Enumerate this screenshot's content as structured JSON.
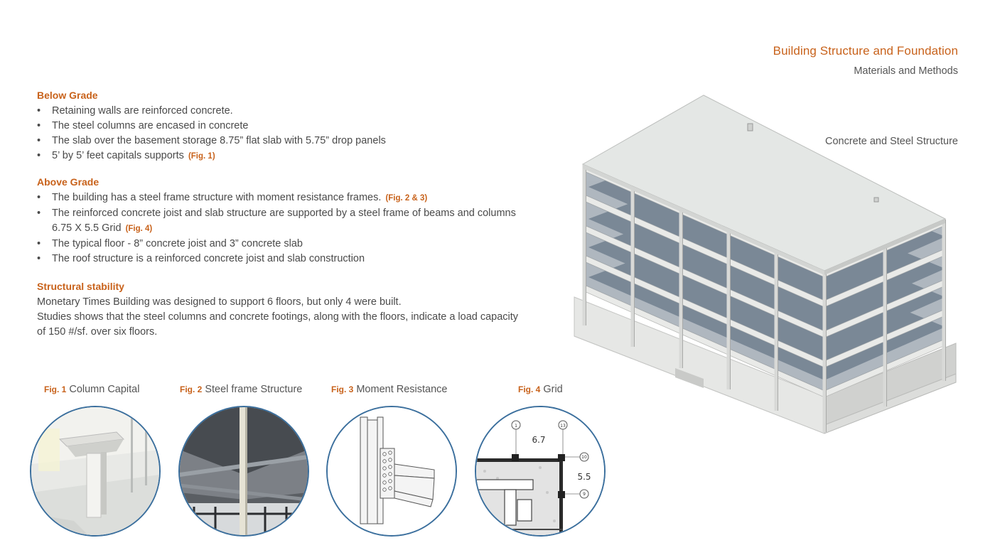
{
  "header": {
    "title": "Building Structure and Foundation",
    "subtitle": "Materials and Methods",
    "main_figure_caption": "Concrete and Steel Structure"
  },
  "sections": {
    "below_grade": {
      "heading": "Below Grade",
      "items": [
        {
          "text": "Retaining walls are reinforced concrete.",
          "ref": ""
        },
        {
          "text": "The steel columns are encased in concrete",
          "ref": ""
        },
        {
          "text": "The slab over the basement storage 8.75” flat slab with 5.75” drop panels",
          "ref": ""
        },
        {
          "text": "5’ by 5’ feet capitals supports",
          "ref": "(Fig. 1)"
        }
      ]
    },
    "above_grade": {
      "heading": "Above Grade",
      "items": [
        {
          "text": "The building has a steel frame structure with moment resistance frames.",
          "ref": "(Fig. 2 & 3)"
        },
        {
          "text": "The reinforced concrete joist and slab structure are supported by a steel frame of beams and columns 6.75 X 5.5 Grid",
          "ref": "(Fig. 4)"
        },
        {
          "text": "The typical floor - 8” concrete joist and 3” concrete slab",
          "ref": ""
        },
        {
          "text": "The roof structure is a reinforced concrete joist and slab construction",
          "ref": ""
        }
      ]
    },
    "stability": {
      "heading": "Structural  stability",
      "line1": "Monetary Times Building was designed to support 6 floors, but only 4 were built.",
      "line2": "Studies shows that the steel columns and concrete footings, along with the floors, indicate a load capacity of 150 #/sf. over six floors."
    }
  },
  "figures": [
    {
      "num": "Fig. 1",
      "label": "Column Capital"
    },
    {
      "num": "Fig. 2",
      "label": "Steel frame Structure"
    },
    {
      "num": "Fig. 3",
      "label": "Moment Resistance"
    },
    {
      "num": "Fig. 4",
      "label": "Grid"
    }
  ],
  "grid_detail": {
    "dim_horizontal": "6.7",
    "dim_vertical": "5.5",
    "tag_1": "1",
    "tag_13": "13",
    "tag_10": "10",
    "tag_9": "9"
  },
  "colors": {
    "accent": "#c8621b",
    "text": "#4a4a4a",
    "circle_border": "#3b6f9d"
  }
}
